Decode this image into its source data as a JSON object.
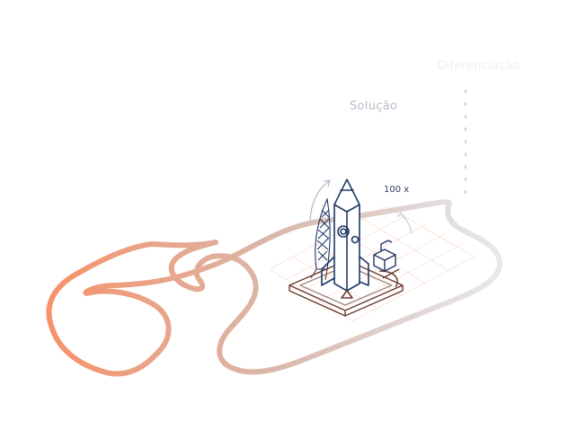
{
  "labels": {
    "solucao": "Solução",
    "faded": "Diferenciação",
    "multiplier": "100 x"
  },
  "colors": {
    "track_start": "#f7926a",
    "track_mid": "#d9b8ab",
    "track_end": "#e6e8ee",
    "rocket_outline": "#1f3766",
    "pad_outline": "#6b3a2e",
    "grid": "#f2b59a",
    "dots": "#9a9ea8",
    "arrows": "#aeb8cc"
  },
  "icons": [
    "rocket-icon",
    "bucket-icon",
    "launch-pad-icon",
    "race-track-icon",
    "curved-arrow-icon"
  ]
}
